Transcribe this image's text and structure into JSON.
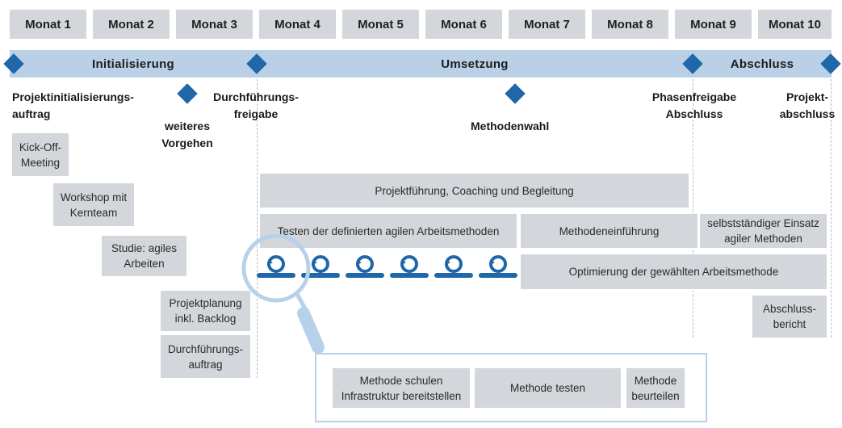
{
  "months": [
    "Monat 1",
    "Monat 2",
    "Monat 3",
    "Monat 4",
    "Monat 5",
    "Monat 6",
    "Monat 7",
    "Monat 8",
    "Monat 9",
    "Monat 10"
  ],
  "phases": {
    "initialisierung": "Initialisierung",
    "umsetzung": "Umsetzung",
    "abschluss": "Abschluss"
  },
  "milestones": {
    "projektauftrag": "Projektinitialisierungs-\nauftrag",
    "weiteres_vorgehen": "weiteres\nVorgehen",
    "durchfuehrungsfreigabe": "Durchführungs-\nfreigabe",
    "methodenwahl": "Methodenwahl",
    "phasenfreigabe": "Phasenfreigabe\nAbschluss",
    "projektabschluss": "Projekt-\nabschluss"
  },
  "tasks": {
    "kickoff": "Kick-Off-\nMeeting",
    "workshop": "Workshop mit\nKernteam",
    "studie": "Studie: agiles\nArbeiten",
    "projektplanung": "Projektplanung\ninkl. Backlog",
    "durchfuehrungsauftrag": "Durchführungs-\nauftrag",
    "projektfuehrung": "Projektführung, Coaching und Begleitung",
    "testen": "Testen der definierten agilen Arbeitsmethoden",
    "methodeneinfuehrung": "Methodeneinführung",
    "selbststaendig": "selbstständiger Einsatz\nagiler Methoden",
    "optimierung": "Optimierung der gewählten Arbeitsmethode",
    "abschlussbericht": "Abschluss-\nbericht"
  },
  "detail": {
    "schulen": "Methode schulen\nInfrastruktur bereitstellen",
    "testen": "Methode testen",
    "beurteilen": "Methode\nbeurteilen"
  },
  "colors": {
    "accent": "#1f67a8",
    "phase_bar": "#b9d0e7",
    "box": "#d3d6da",
    "detail_border": "#b7d1ea"
  },
  "icons": [
    "cycle-icon",
    "magnifier-icon",
    "diamond-milestone-icon"
  ]
}
